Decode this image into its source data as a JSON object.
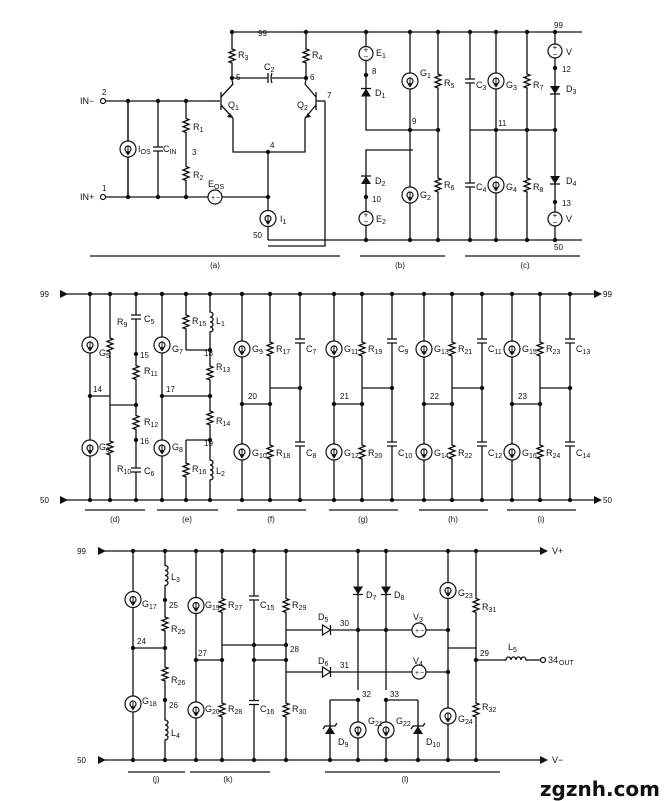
{
  "nodes": {
    "n99": "99",
    "n50": "50",
    "n2": "2",
    "n1": "1",
    "n3": "3",
    "n4": "4",
    "n5": "5",
    "n6": "6",
    "n7": "7",
    "n8": "8",
    "n9": "9",
    "n10": "10",
    "n11": "11",
    "n12": "12",
    "n13": "13",
    "n14": "14",
    "n15": "15",
    "n16": "16",
    "n17": "17",
    "n18": "18",
    "n19": "19",
    "n20": "20",
    "n21": "21",
    "n22": "22",
    "n23": "23",
    "n24": "24",
    "n25": "25",
    "n26": "26",
    "n27": "27",
    "n28": "28",
    "n29": "29",
    "n30": "30",
    "n31": "31",
    "n32": "32",
    "n33": "33",
    "n34": "34",
    "out": "OUT"
  },
  "terminals": {
    "in_minus": "IN−",
    "in_plus": "IN+",
    "v_plus": "V+",
    "v_minus": "V−",
    "v": "V"
  },
  "sections": {
    "a": "(a)",
    "b": "(b)",
    "c": "(c)",
    "d": "(d)",
    "e": "(e)",
    "f": "(f)",
    "g": "(g)",
    "h": "(h)",
    "i": "(i)",
    "j": "(j)",
    "k": "(k)",
    "l": "(l)"
  },
  "components": {
    "R1": "R1",
    "R2": "R2",
    "R3": "R3",
    "R4": "R4",
    "R5": "R5",
    "R6": "R6",
    "R7": "R7",
    "R8": "R8",
    "R9": "R9",
    "R10": "R10",
    "R11": "R11",
    "R12": "R12",
    "R13": "R13",
    "R14": "R14",
    "R15": "R15",
    "R16": "R16",
    "R17": "R17",
    "R18": "R18",
    "R19": "R19",
    "R20": "R20",
    "R21": "R21",
    "R22": "R22",
    "R23": "R23",
    "R24": "R24",
    "R25": "R25",
    "R26": "R26",
    "R27": "R27",
    "R28": "R28",
    "R29": "R29",
    "R30": "R30",
    "R31": "R31",
    "R32": "R32",
    "C2": "C2",
    "C3": "C3",
    "C4": "C4",
    "C5": "C5",
    "C6": "C6",
    "C7": "C7",
    "C8": "C8",
    "C9": "C9",
    "C10": "C10",
    "C11": "C11",
    "C12": "C12",
    "C13": "C13",
    "C14": "C14",
    "C15": "C15",
    "C16": "C16",
    "CIN": "CIN",
    "L1": "L1",
    "L2": "L2",
    "L3": "L3",
    "L4": "L4",
    "L5": "L5",
    "G1": "G1",
    "G2": "G2",
    "G3": "G3",
    "G4": "G4",
    "G5": "G5",
    "G6": "G6",
    "G7": "G7",
    "G8": "G8",
    "G9": "G9",
    "G10": "G10",
    "G11": "G11",
    "G12": "G12",
    "G13": "G13",
    "G14": "G14",
    "G15": "G15",
    "G16": "G16",
    "G17": "G17",
    "G18": "G18",
    "G19": "G19",
    "G20": "G20",
    "G21": "G21",
    "G22": "G22",
    "G23": "G23",
    "G24": "G24",
    "D1": "D1",
    "D2": "D2",
    "D3": "D3",
    "D4": "D4",
    "D5": "D5",
    "D6": "D6",
    "D7": "D7",
    "D8": "D8",
    "D9": "D9",
    "D10": "D10",
    "Q1": "Q1",
    "Q2": "Q2",
    "IOS": "IOS",
    "EOS": "EOS",
    "I1": "I1",
    "E1": "E1",
    "E2": "E2",
    "V3": "V3",
    "V4": "V4"
  },
  "watermark": "zgznh.com"
}
